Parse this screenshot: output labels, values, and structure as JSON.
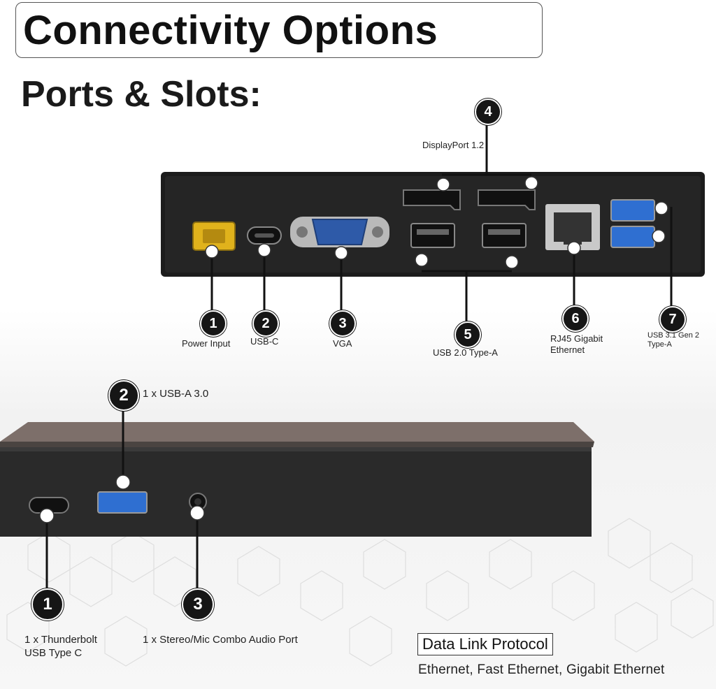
{
  "title": "Connectivity Options",
  "subtitle": "Ports & Slots:",
  "rear_ports": [
    {
      "number": "1",
      "label": "Power Input"
    },
    {
      "number": "2",
      "label": "USB-C"
    },
    {
      "number": "3",
      "label": "VGA"
    },
    {
      "number": "4",
      "label": "DisplayPort 1.2"
    },
    {
      "number": "5",
      "label": "USB 2.0 Type-A"
    },
    {
      "number": "6",
      "label": "RJ45 Gigabit Ethernet"
    },
    {
      "number": "7",
      "label": "USB 3.1 Gen 2 Type-A"
    }
  ],
  "front_ports": [
    {
      "number": "1",
      "label_line1": "1 x Thunderbolt",
      "label_line2": "USB Type C"
    },
    {
      "number": "2",
      "label": "1 x USB-A 3.0"
    },
    {
      "number": "3",
      "label": "1 x Stereo/Mic Combo Audio Port"
    }
  ],
  "protocol": {
    "heading": "Data Link Protocol",
    "text": "Ethernet, Fast Ethernet, Gigabit Ethernet"
  },
  "colors": {
    "dock_body": "#1e1e1e",
    "power_port": "#e0b21c",
    "vga_port": "#2e5aa8",
    "usb3_blue": "#2f6fd1",
    "badge": "#161616"
  }
}
